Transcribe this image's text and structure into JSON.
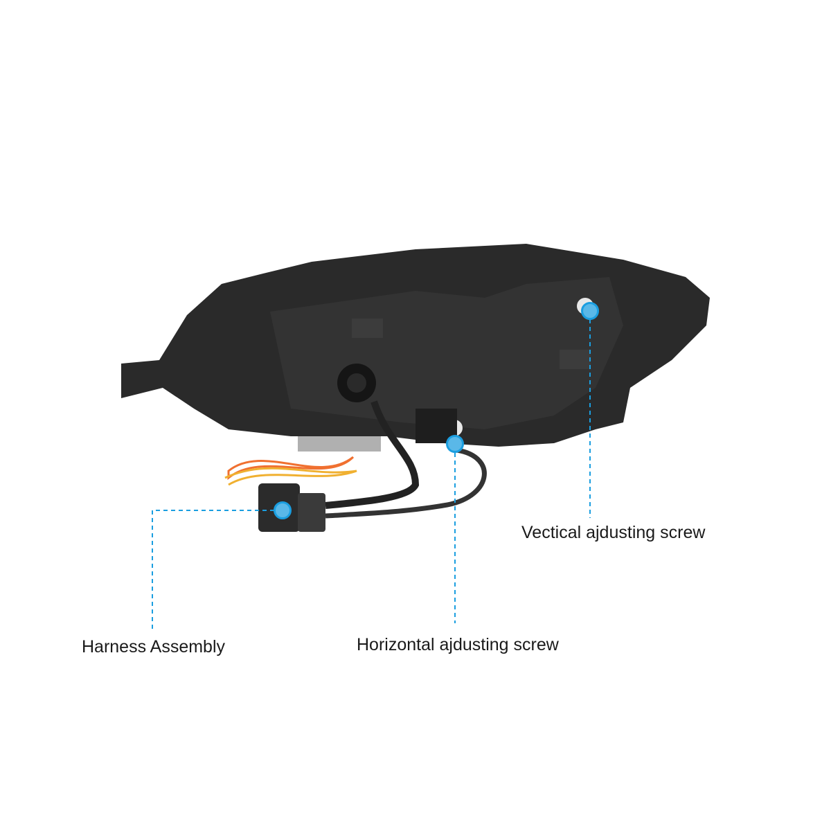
{
  "callouts": {
    "harness": {
      "label": "Harness Assembly"
    },
    "horizontal": {
      "label": "Horizontal ajdusting screw"
    },
    "vertical": {
      "label": "Vectical ajdusting screw"
    }
  },
  "colors": {
    "accent": "#1a9ee0",
    "housing": "#262626"
  }
}
